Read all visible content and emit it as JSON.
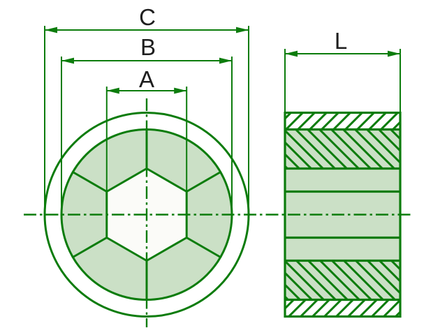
{
  "drawing": {
    "labels": {
      "dim_a": "A",
      "dim_b": "B",
      "dim_c": "C",
      "dim_l": "L"
    }
  },
  "colors": {
    "line": "#0c7c0c",
    "fill": "#cbe0c6",
    "hexfill": "#fbfbf8",
    "label": "#1e1e1e",
    "bg": "#ffffff"
  }
}
